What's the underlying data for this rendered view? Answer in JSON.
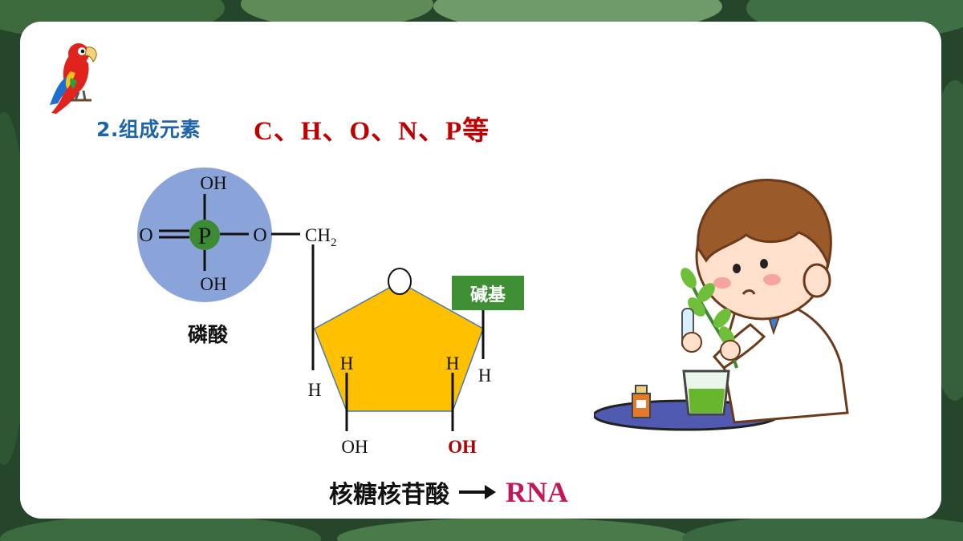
{
  "heading": "2.组成元素",
  "elements": "C、H、O、N、P等",
  "phosphate": {
    "atom_center": "P",
    "top_group": "OH",
    "bottom_group": "OH",
    "left_atom": "O",
    "right_atom": "O",
    "caption": "磷酸"
  },
  "sugar": {
    "ch2_text": "CH",
    "ch2_subscript": "2",
    "base_label": "碱基",
    "h_left_outer": "H",
    "h_left_inner": "H",
    "h_right_inner": "H",
    "h_right_outer": "H",
    "oh_left": "OH",
    "oh_right": "OH"
  },
  "caption": {
    "name": "核糖核苷酸",
    "arrow": "→",
    "product": "RNA"
  },
  "colors": {
    "heading": "#1d63a8",
    "elements": "#c00000",
    "phosphate_circle": "#8aa3d8",
    "p_atom": "#3c8a32",
    "pentose": "#ffc000",
    "base_box": "#3f8f35",
    "oh_highlight": "#b00000",
    "rna": "#c0185a"
  },
  "icons": [
    "parrot-icon",
    "scientist-illustration"
  ]
}
